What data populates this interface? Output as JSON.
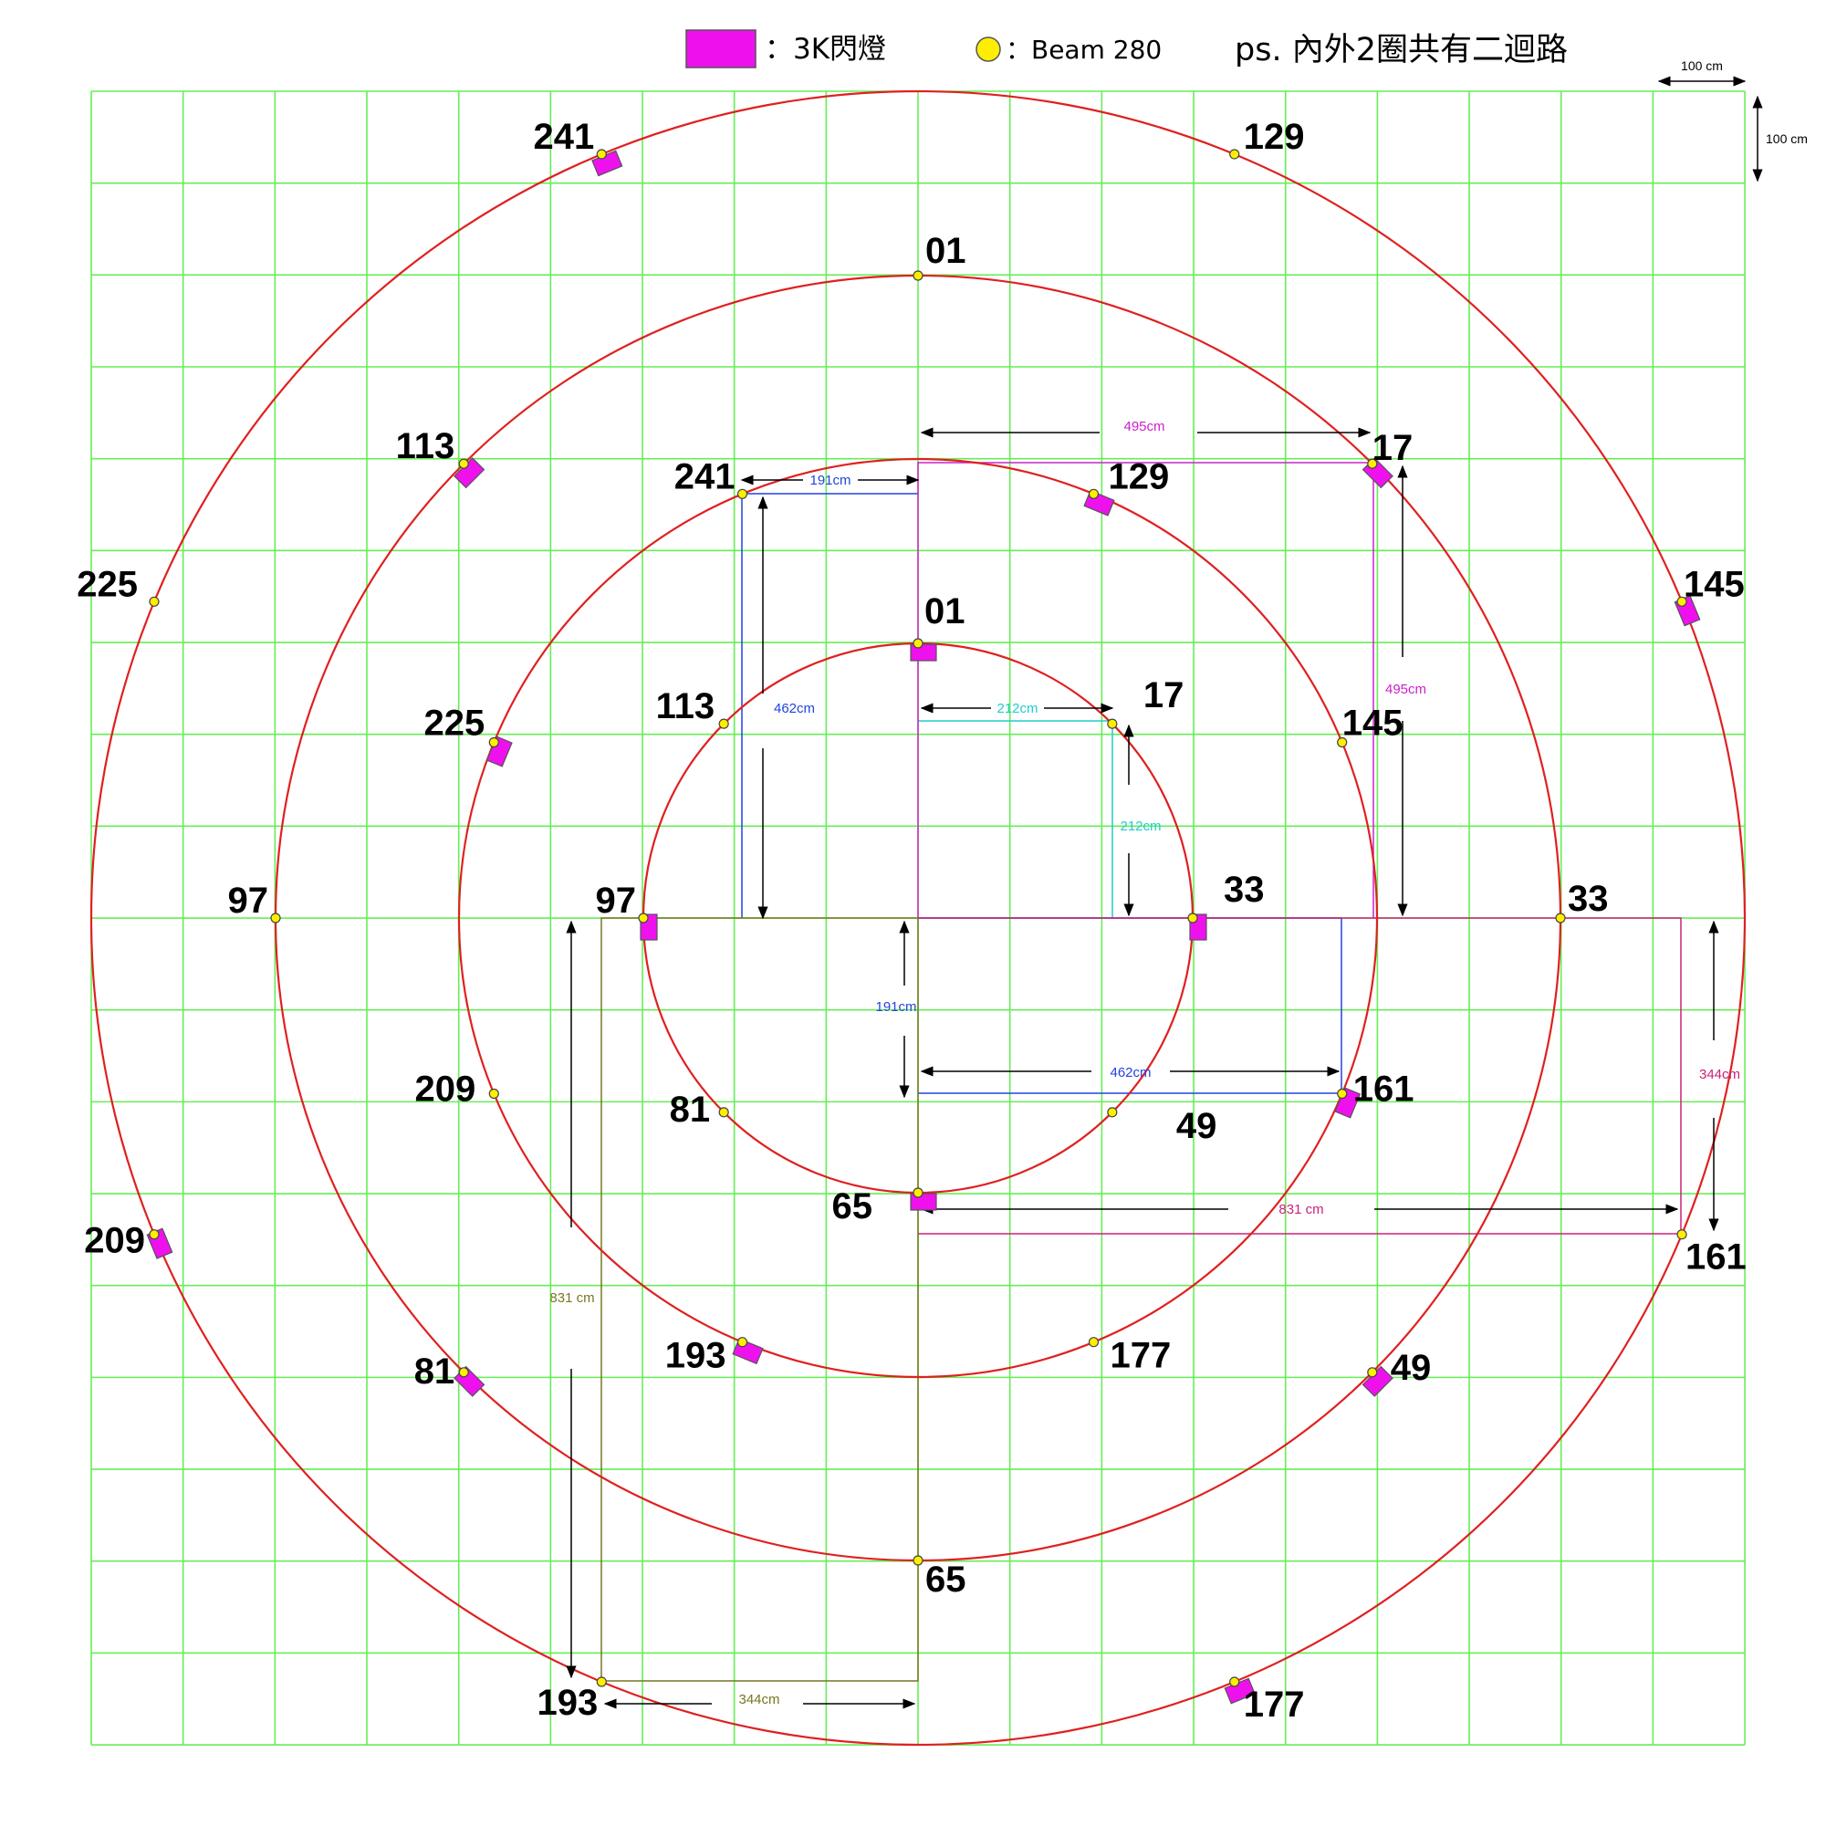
{
  "legend": {
    "strobe_label": "：3K閃燈",
    "beam_label": "：Beam 280",
    "note": "ps. 內外2圈共有二迴路",
    "scale_h": "100 cm",
    "scale_v": "100 cm"
  },
  "colors": {
    "grid": "#66ee55",
    "ring": "#e02020",
    "strobe": "#ee11ee",
    "beam": "#ffee00",
    "dim_blue": "#2244dd",
    "dim_cyan": "#22cccc",
    "dim_magenta": "#cc22cc",
    "dim_pink": "#cc2277",
    "dim_olive": "#777722"
  },
  "rings": [
    {
      "name": "ring-1",
      "labels": [
        "01",
        "17",
        "33",
        "49",
        "65",
        "81",
        "97",
        "113"
      ],
      "strobes": [
        "01",
        "33",
        "65",
        "97"
      ]
    },
    {
      "name": "ring-2",
      "labels": [
        "241",
        "129",
        "145",
        "161",
        "177",
        "193",
        "209",
        "225"
      ],
      "strobes": [
        "129",
        "161",
        "193",
        "225"
      ]
    },
    {
      "name": "ring-3",
      "labels": [
        "01",
        "17",
        "33",
        "49",
        "65",
        "81",
        "97",
        "113"
      ],
      "strobes": [
        "17",
        "49",
        "81",
        "113"
      ]
    },
    {
      "name": "ring-4",
      "labels": [
        "129",
        "145",
        "161",
        "177",
        "193",
        "209",
        "225",
        "241"
      ],
      "strobes": [
        "145",
        "177",
        "209",
        "241"
      ]
    }
  ],
  "dimensions": {
    "d212_h": "212cm",
    "d212_v": "212cm",
    "d191_h": "191cm",
    "d191_v": "191cm",
    "d462_v": "462cm",
    "d462_h": "462cm",
    "d495_h": "495cm",
    "d495_v": "495cm",
    "d831_h": "831 cm",
    "d831_v": "831 cm",
    "d344_v": "344cm",
    "d344_h": "344cm"
  }
}
